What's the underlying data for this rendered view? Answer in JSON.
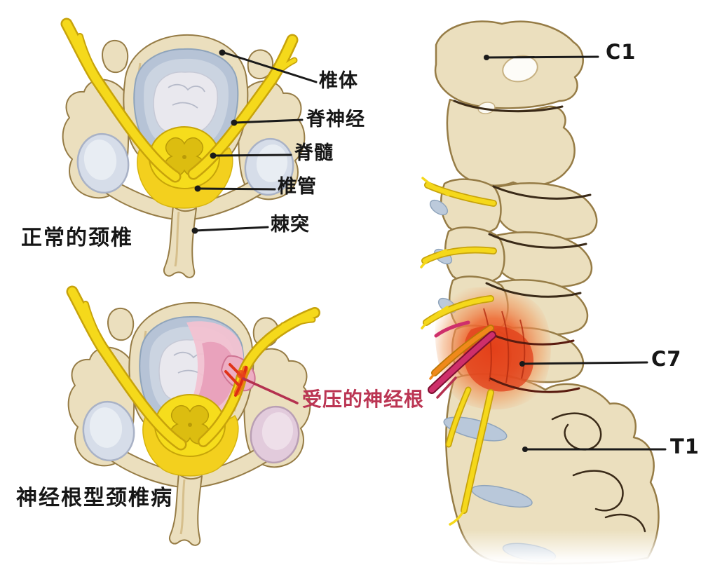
{
  "normal_section": {
    "title": "正常的颈椎",
    "callouts": {
      "vertebral_body": "椎体",
      "spinal_nerve": "脊神经",
      "spinal_cord": "脊髓",
      "vertebral_canal": "椎管",
      "spinous_process": "棘突"
    }
  },
  "disease_section": {
    "title": "神经根型颈椎病",
    "compressed_nerve_root": "受压的神经根"
  },
  "lateral_section": {
    "callouts": {
      "c1": "C1",
      "c7": "C7",
      "t1": "T1"
    }
  },
  "colors": {
    "bone": "#ebdfbe",
    "bone_outline": "#967c46",
    "disc_blue": "#b6c3d6",
    "disc_nucleus": "#e9e8ee",
    "facet_blue": "#d6dde9",
    "nerve_yellow": "#f5d91b",
    "spinal_cord_yellow": "#f6dd1c",
    "epidural_yellow": "#f3d01e",
    "inflamed_red": "#e34a1d",
    "herniation_pink": "#f0bfce",
    "compressed_nerve_magenta": "#ce2f6b",
    "callout_red": "#b4314f",
    "leader_line": "#1a1a1a"
  }
}
